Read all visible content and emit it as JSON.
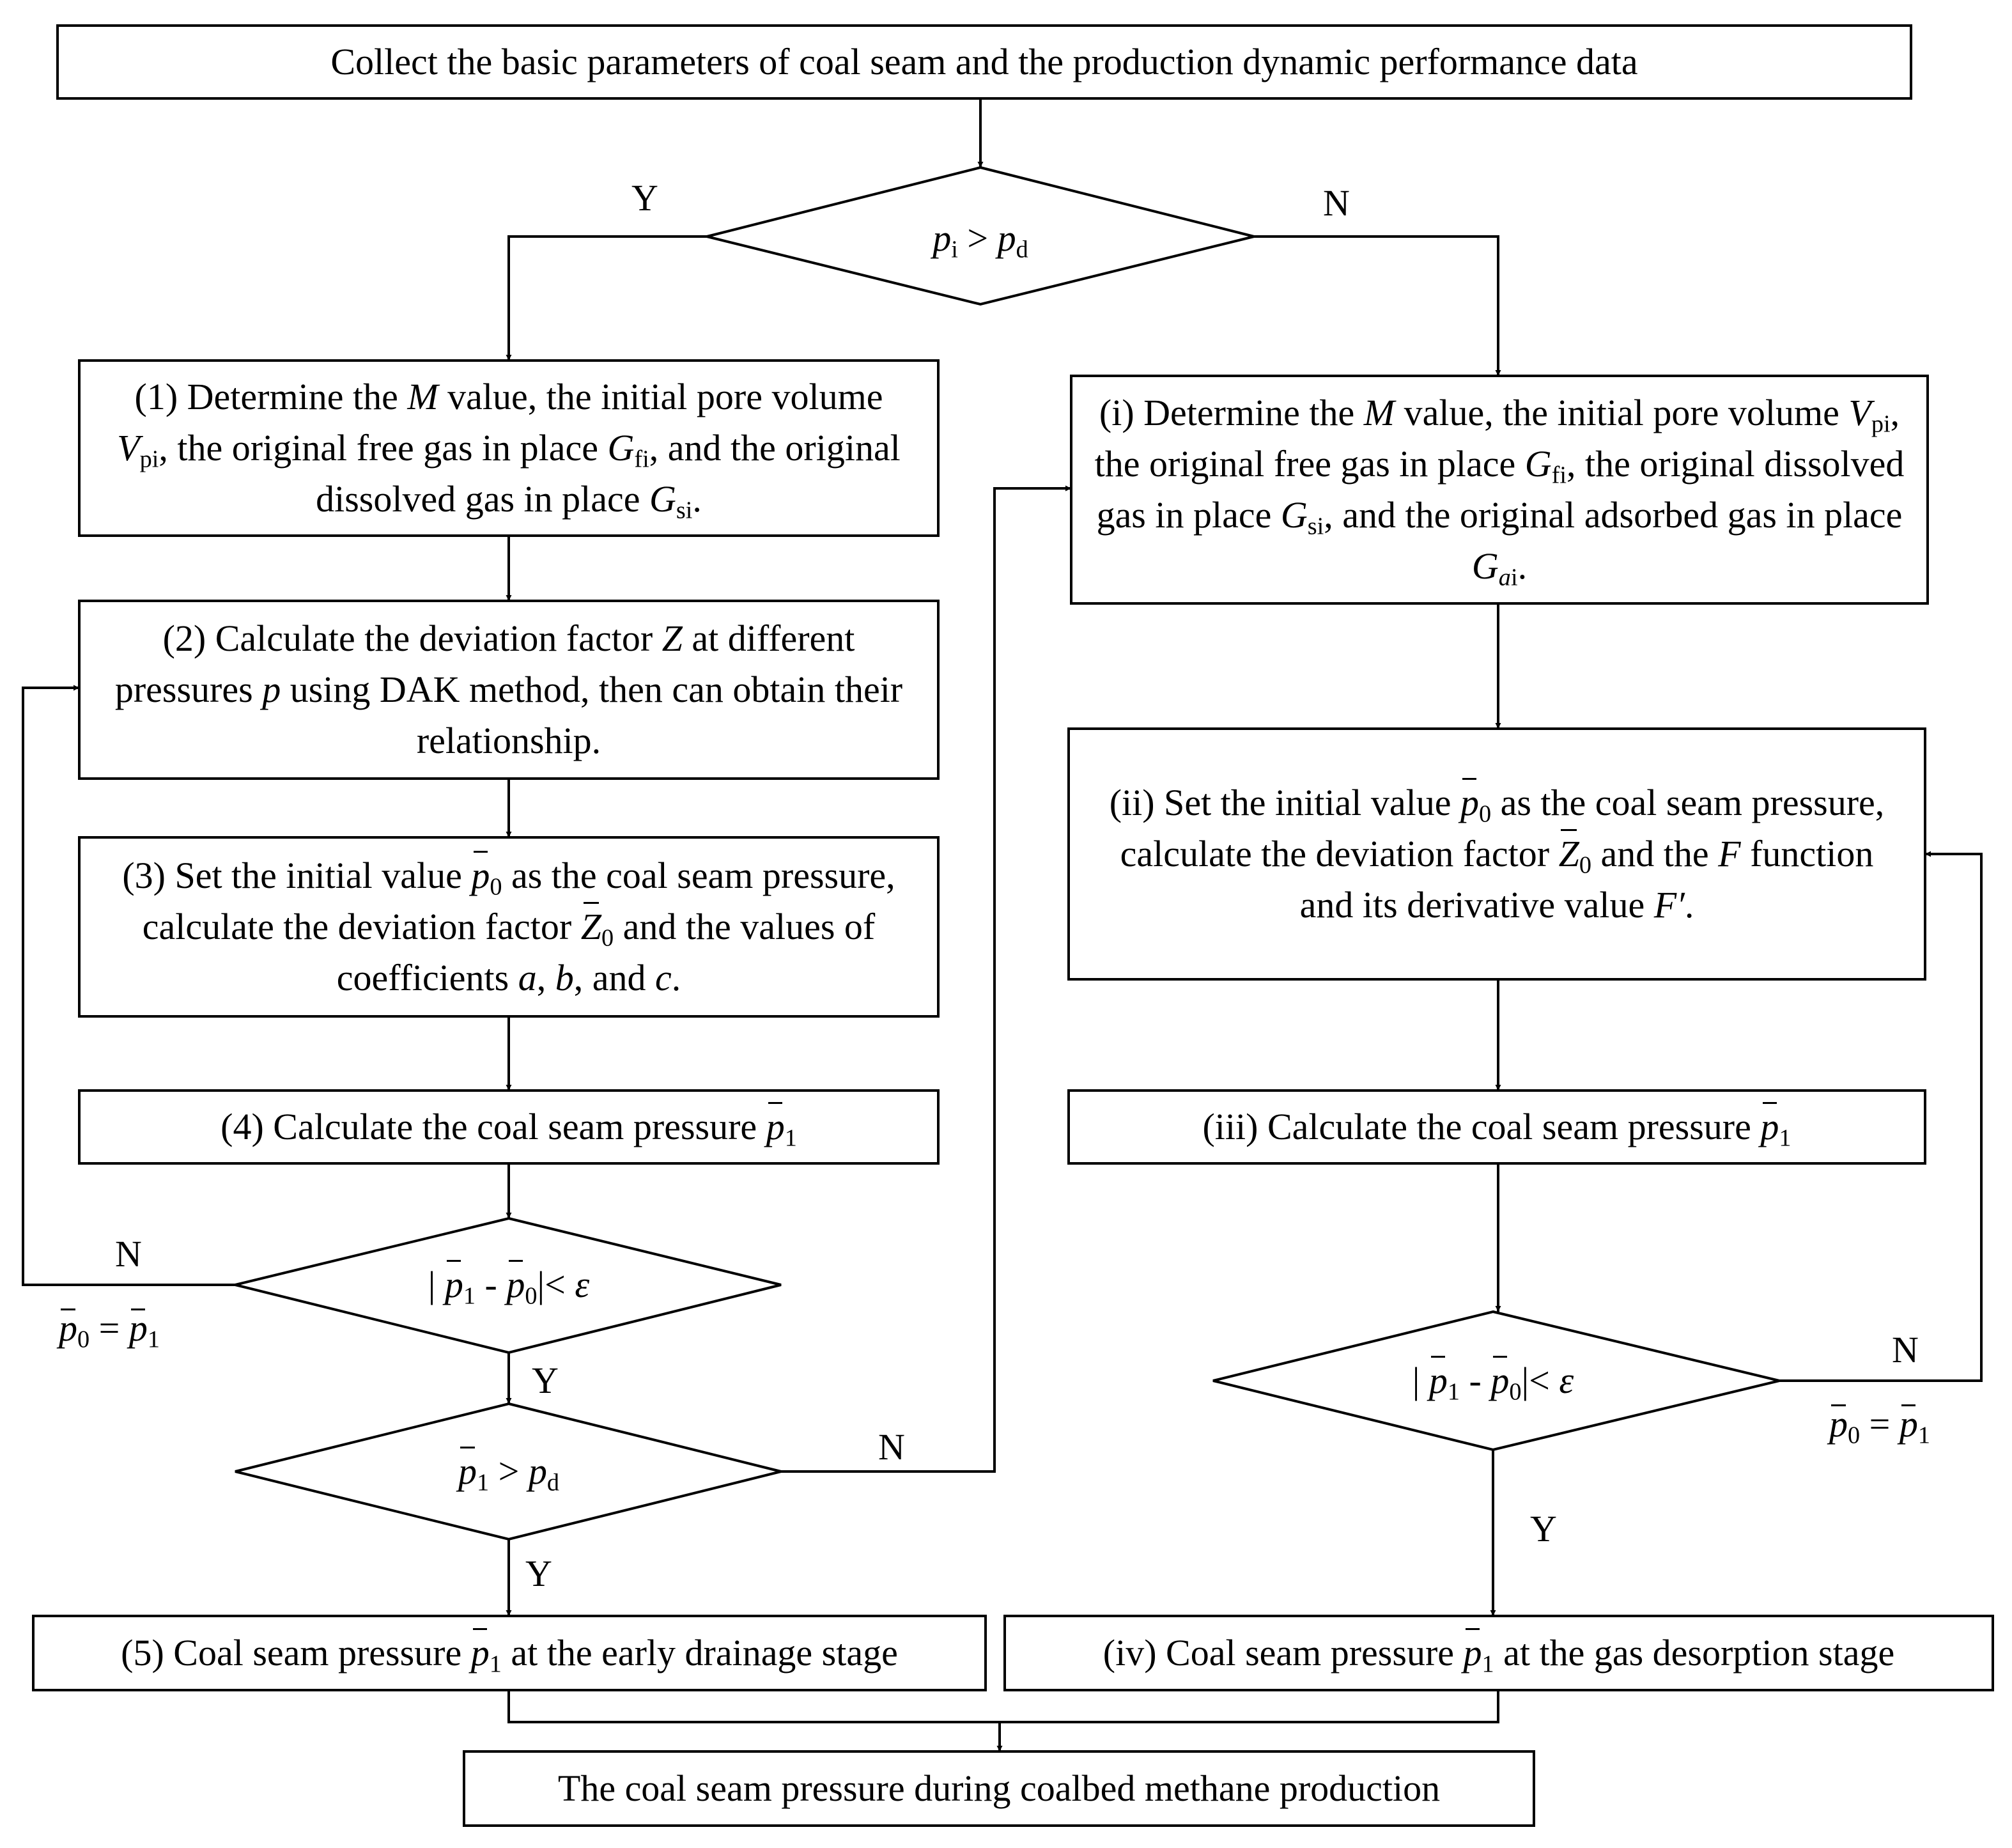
{
  "start": {
    "text": "Collect the basic parameters of coal seam and the production dynamic performance data"
  },
  "decision_main": {
    "lhs": "p",
    "lhs_sub": "i",
    "op": ">",
    "rhs": "p",
    "rhs_sub": "d"
  },
  "left": {
    "step1": {
      "a": "(1) Determine the ",
      "M": "M",
      "b": " value, the initial pore volume ",
      "V": "V",
      "V_sub": "pi",
      "c": ", the original free gas in place ",
      "G1": "G",
      "G1_sub": "fi",
      "d": ", and the original dissolved gas in place ",
      "G2": "G",
      "G2_sub": "si",
      "e": "."
    },
    "step2": {
      "a": "(2) Calculate the deviation factor ",
      "Z": "Z",
      "b": " at different pressures ",
      "p": "p",
      "c": " using DAK method, then can obtain their relationship."
    },
    "step3": {
      "a": "(3) Set the initial value ",
      "p": "p",
      "p_sub": "0",
      "b": " as the coal seam pressure, calculate the deviation factor ",
      "Z": "Z",
      "Z_sub": "0",
      "c": " and the values of coefficients ",
      "ca": "a",
      "sep1": ", ",
      "cb": "b",
      "sep2": ", and ",
      "cc": "c",
      "end": "."
    },
    "step4": {
      "a": "(4) Calculate the coal seam pressure ",
      "p": "p",
      "p_sub": "1"
    },
    "conv": {
      "bar": "|",
      "p1": "p",
      "p1_sub": "1",
      "minus": " - ",
      "p0": "p",
      "p0_sub": "0",
      "op": "|< ",
      "eps": "ε"
    },
    "check": {
      "p": "p",
      "p_sub": "1",
      "op": ">",
      "pd": "p",
      "pd_sub": "d"
    },
    "result": {
      "a": "(5) Coal seam pressure ",
      "p": "p",
      "p_sub": "1",
      "b": " at the early drainage stage"
    }
  },
  "right": {
    "step1": {
      "a": "(i) Determine the ",
      "M": "M",
      "b": " value, the initial pore volume ",
      "V": "V",
      "V_sub": "pi",
      "c": ", the original free gas in place ",
      "G1": "G",
      "G1_sub": "fi",
      "d": ", the original dissolved gas in place ",
      "G2": "G",
      "G2_sub": "si",
      "e": ", and the original adsorbed gas in place ",
      "G3": "G",
      "G3_sub_a": "a",
      "G3_sub_b": "i",
      "f": "."
    },
    "step2": {
      "a": "(ii) Set the initial value ",
      "p": "p",
      "p_sub": "0",
      "b": " as the coal seam pressure, calculate the deviation factor ",
      "Z": "Z",
      "Z_sub": "0",
      "c": " and the ",
      "F": "F",
      "d": " function and its derivative value ",
      "Fp": "F′",
      "e": "."
    },
    "step3": {
      "a": "(iii) Calculate the coal seam pressure ",
      "p": "p",
      "p_sub": "1"
    },
    "conv": {
      "bar": "|",
      "p1": "p",
      "p1_sub": "1",
      "minus": " - ",
      "p0": "p",
      "p0_sub": "0",
      "op": "|< ",
      "eps": "ε"
    },
    "result": {
      "a": "(iv) Coal seam pressure ",
      "p": "p",
      "p_sub": "1",
      "b": " at the gas desorption stage"
    }
  },
  "end": {
    "text": "The coal seam pressure during coalbed methane production"
  },
  "labels": {
    "main_yes": "Y",
    "main_no": "N",
    "left_conv_no": "N",
    "left_conv_yes": "Y",
    "left_check_no": "N",
    "left_check_yes": "Y",
    "right_conv_no": "N",
    "right_conv_yes": "Y",
    "assign": {
      "p0": "p",
      "p0_sub": "0",
      "eq": " = ",
      "p1": "p",
      "p1_sub": "1"
    }
  }
}
